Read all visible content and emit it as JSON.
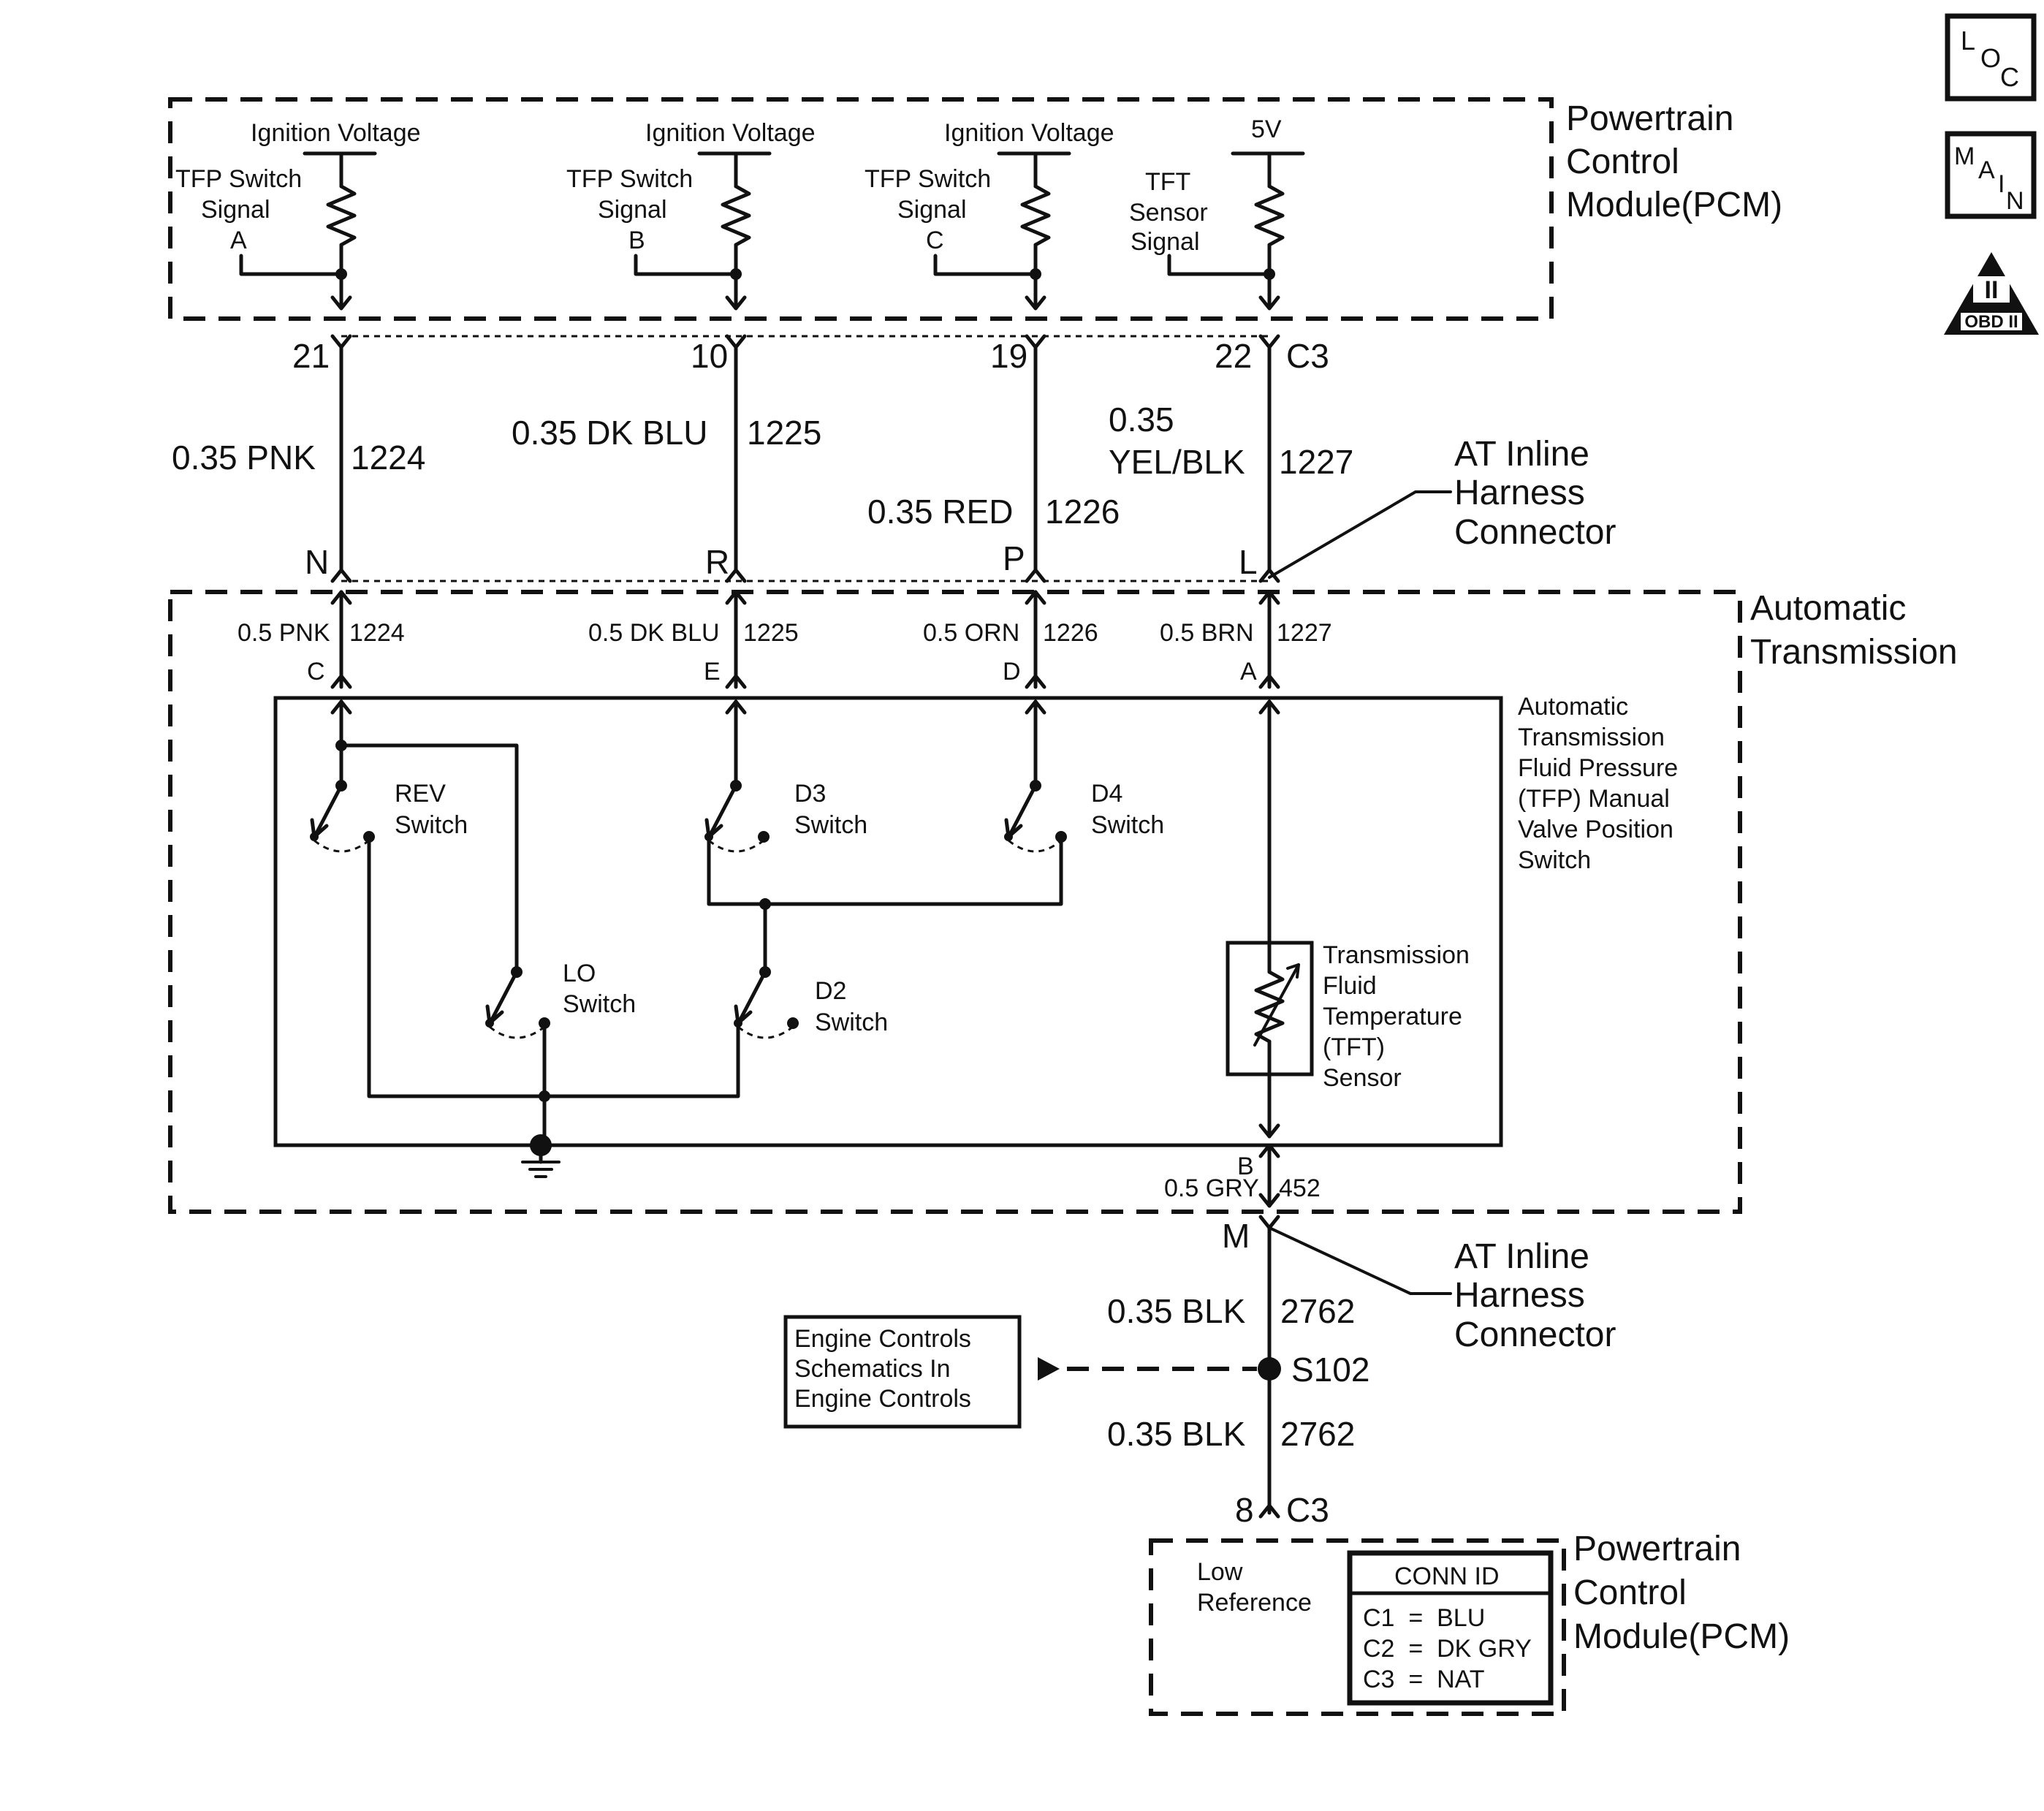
{
  "pcm_top": {
    "title_lines": [
      "Powertrain",
      "Control",
      "Module(PCM)"
    ],
    "circuits": [
      {
        "supply": "Ignition Voltage",
        "signal_lines": [
          "TFP Switch",
          "Signal",
          "A"
        ],
        "pin": "21"
      },
      {
        "supply": "Ignition Voltage",
        "signal_lines": [
          "TFP Switch",
          "Signal",
          "B"
        ],
        "pin": "10"
      },
      {
        "supply": "Ignition Voltage",
        "signal_lines": [
          "TFP Switch",
          "Signal",
          "C"
        ],
        "pin": "19"
      },
      {
        "supply": "5V",
        "signal_lines": [
          "TFT",
          "Sensor",
          "Signal"
        ],
        "pin": "22"
      }
    ],
    "connector": "C3"
  },
  "harness_wires": [
    {
      "gauge_color": "0.35 PNK",
      "circuit": "1224",
      "inline_pin": "N"
    },
    {
      "gauge_color": "0.35 DK BLU",
      "circuit": "1225",
      "inline_pin": "R"
    },
    {
      "gauge_color": "0.35 RED",
      "circuit": "1226",
      "inline_pin": "P"
    },
    {
      "gauge_color_lines": [
        "0.35",
        "YEL/BLK"
      ],
      "circuit": "1227",
      "inline_pin": "L"
    }
  ],
  "inline_connector_top": [
    "AT Inline",
    "Harness",
    "Connector"
  ],
  "transmission": {
    "title_lines": [
      "Automatic",
      "Transmission"
    ],
    "wires": [
      {
        "gauge_color": "0.5 PNK",
        "circuit": "1224",
        "pin": "C"
      },
      {
        "gauge_color": "0.5 DK BLU",
        "circuit": "1225",
        "pin": "E"
      },
      {
        "gauge_color": "0.5 ORN",
        "circuit": "1226",
        "pin": "D"
      },
      {
        "gauge_color": "0.5 BRN",
        "circuit": "1227",
        "pin": "A"
      }
    ],
    "tfp_switch_label": [
      "Automatic",
      "Transmission",
      "Fluid Pressure",
      "(TFP) Manual",
      "Valve Position",
      "Switch"
    ],
    "switches": {
      "rev": [
        "REV",
        "Switch"
      ],
      "d3": [
        "D3",
        "Switch"
      ],
      "d4": [
        "D4",
        "Switch"
      ],
      "lo": [
        "LO",
        "Switch"
      ],
      "d2": [
        "D2",
        "Switch"
      ]
    },
    "tft_sensor_label": [
      "Transmission",
      "Fluid",
      "Temperature",
      "(TFT)",
      "Sensor"
    ],
    "ground_wire": {
      "pin": "B",
      "gauge_color": "0.5 GRY",
      "circuit": "452"
    }
  },
  "inline_connector_bottom": {
    "pin": "M",
    "label": [
      "AT Inline",
      "Harness",
      "Connector"
    ]
  },
  "ground_circuit": {
    "upper": {
      "gauge_color": "0.35 BLK",
      "circuit": "2762"
    },
    "splice": "S102",
    "lower": {
      "gauge_color": "0.35 BLK",
      "circuit": "2762"
    },
    "reference_box": [
      "Engine Controls",
      "Schematics In",
      "Engine Controls"
    ]
  },
  "pcm_bottom": {
    "pin": "8",
    "connector": "C3",
    "low_ref_lines": [
      "Low",
      "Reference"
    ],
    "title_lines": [
      "Powertrain",
      "Control",
      "Module(PCM)"
    ],
    "conn_id": {
      "header": "CONN ID",
      "rows": [
        "C1  =  BLU",
        "C2  =  DK GRY",
        "C3  =  NAT"
      ]
    }
  },
  "side_icons": {
    "loc": [
      "L",
      "O",
      "C"
    ],
    "main": [
      "M",
      "A",
      "I",
      "N"
    ],
    "obd": {
      "roman": "II",
      "text": "OBD II"
    }
  }
}
